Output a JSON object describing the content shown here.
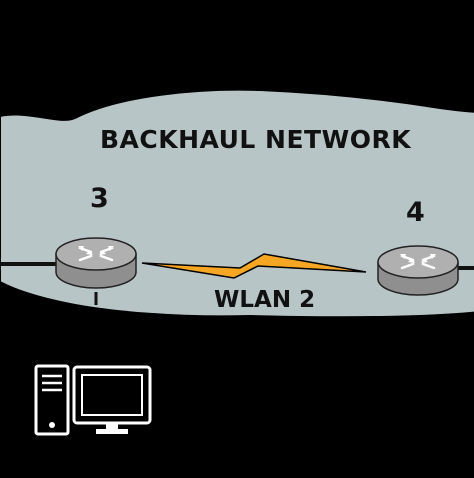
{
  "diagram": {
    "cloud_label": "BACKHAUL NETWORK",
    "nodes": [
      {
        "id": "3",
        "label": "3",
        "icon": "router-icon"
      },
      {
        "id": "4",
        "label": "4",
        "icon": "router-icon"
      }
    ],
    "link": {
      "label": "WLAN 2",
      "icon": "lightning-bolt-icon"
    },
    "devices": [
      {
        "icon": "desktop-computer-icon"
      }
    ],
    "colors": {
      "background": "#000000",
      "cloud_fill": "#b8c5c6",
      "router_body": "#a9a9a9",
      "bolt": "#f5a623",
      "line": "#111111"
    }
  }
}
